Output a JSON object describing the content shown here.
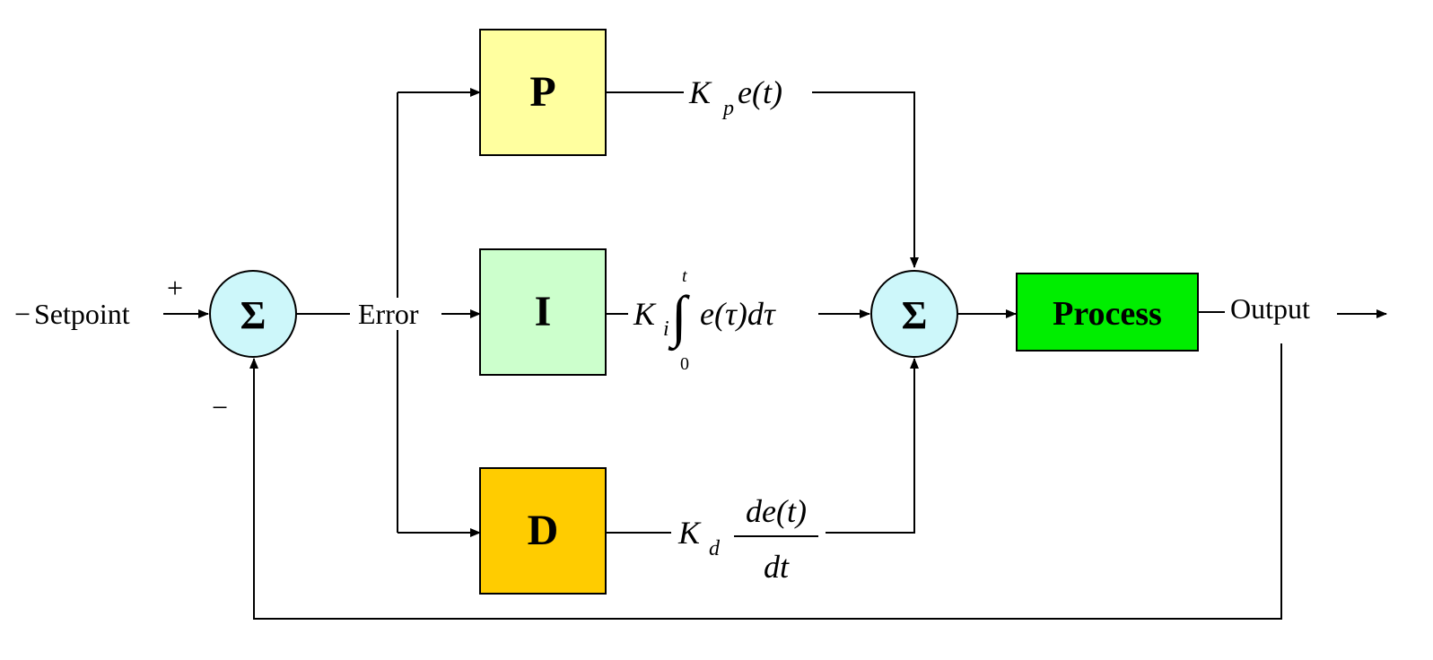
{
  "inputs": {
    "setpoint": "Setpoint",
    "plus_sign": "+",
    "minus_sign": "−",
    "lead_dash": "−"
  },
  "summing_junctions": {
    "input_sum_symbol": "Σ",
    "output_sum_symbol": "Σ"
  },
  "signals": {
    "error": "Error",
    "output": "Output"
  },
  "blocks": {
    "p": {
      "label": "P",
      "color": "#ffff9f"
    },
    "i": {
      "label": "I",
      "color": "#ccffcc"
    },
    "d": {
      "label": "D",
      "color": "#ffcc00"
    },
    "process": {
      "label": "Process",
      "color": "#00ee00"
    }
  },
  "terms": {
    "proportional": {
      "coeff": "K",
      "sub": "p",
      "expr": "e(t)"
    },
    "integral": {
      "coeff": "K",
      "sub": "i",
      "integral_sign": "∫",
      "upper_limit": "t",
      "lower_limit": "0",
      "expr": "e(τ)dτ"
    },
    "derivative": {
      "coeff": "K",
      "sub": "d",
      "numerator": "de(t)",
      "denominator": "dt"
    }
  },
  "colors": {
    "sum_fill": "#cdf7fa",
    "line": "#000000"
  }
}
